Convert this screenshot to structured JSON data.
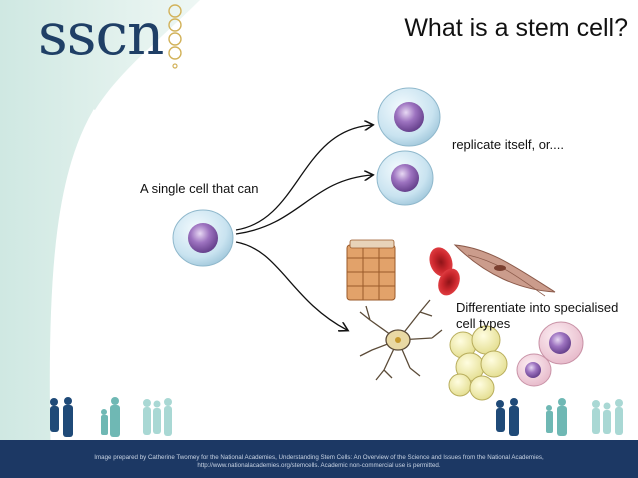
{
  "logo": {
    "text": "sscn"
  },
  "title": "What is a stem cell?",
  "labels": {
    "single_cell": "A single cell that can",
    "replicate": "replicate itself, or....",
    "differentiate": "Differentiate into specialised cell types"
  },
  "credit": {
    "line1": "Image prepared by Catherine Twomey for the National Academies, Understanding Stem Cells: An Overview of the Science and Issues from the National Academies,",
    "line2": "http://www.nationalacademies.org/stemcells. Academic non-commercial use is permitted."
  },
  "colors": {
    "logo": "#1f3f66",
    "footer": "#1c3864",
    "cell_body": "#cfe6f1",
    "nucleus": "#8b63ae",
    "background_arc": "#e3f1ee"
  }
}
